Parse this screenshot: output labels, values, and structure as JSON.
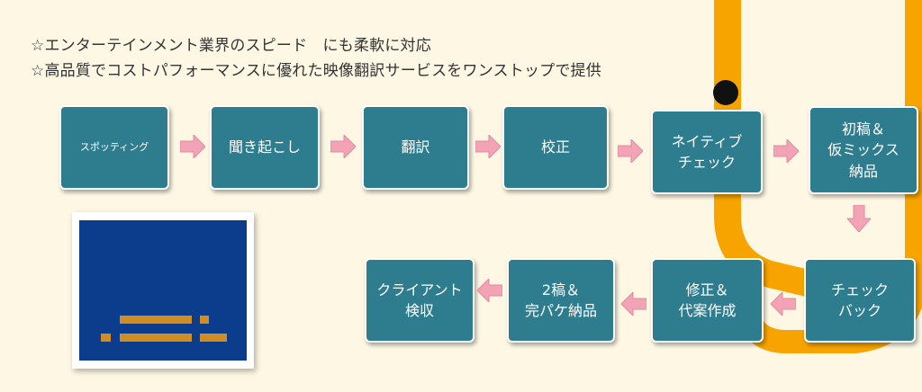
{
  "headline": {
    "line1": "☆エンターテインメント業界のスピード　にも柔軟に対応",
    "line2": "☆高品質でコストパフォーマンスに優れた映像翻訳サービスをワンストップで提供"
  },
  "flow": {
    "steps": [
      {
        "label": "スポッティング"
      },
      {
        "label": "聞き起こし"
      },
      {
        "label": "翻訳"
      },
      {
        "label": "校正"
      },
      {
        "label": "ネイティブ\nチェック"
      },
      {
        "label": "初稿＆\n仮ミックス\n納品"
      },
      {
        "label": "チェック\nバック"
      },
      {
        "label": "修正＆\n代案作成"
      },
      {
        "label": "2稿＆\n完パケ納品"
      },
      {
        "label": "クライアント\n検収"
      }
    ]
  },
  "colors": {
    "background": "#fdf7e4",
    "step_fill": "#2e7d8f",
    "arrow_fill": "#f2a3b6",
    "track": "#f7a400",
    "video_screen": "#0c3d8c",
    "subtitle_bar": "#d18c22"
  }
}
